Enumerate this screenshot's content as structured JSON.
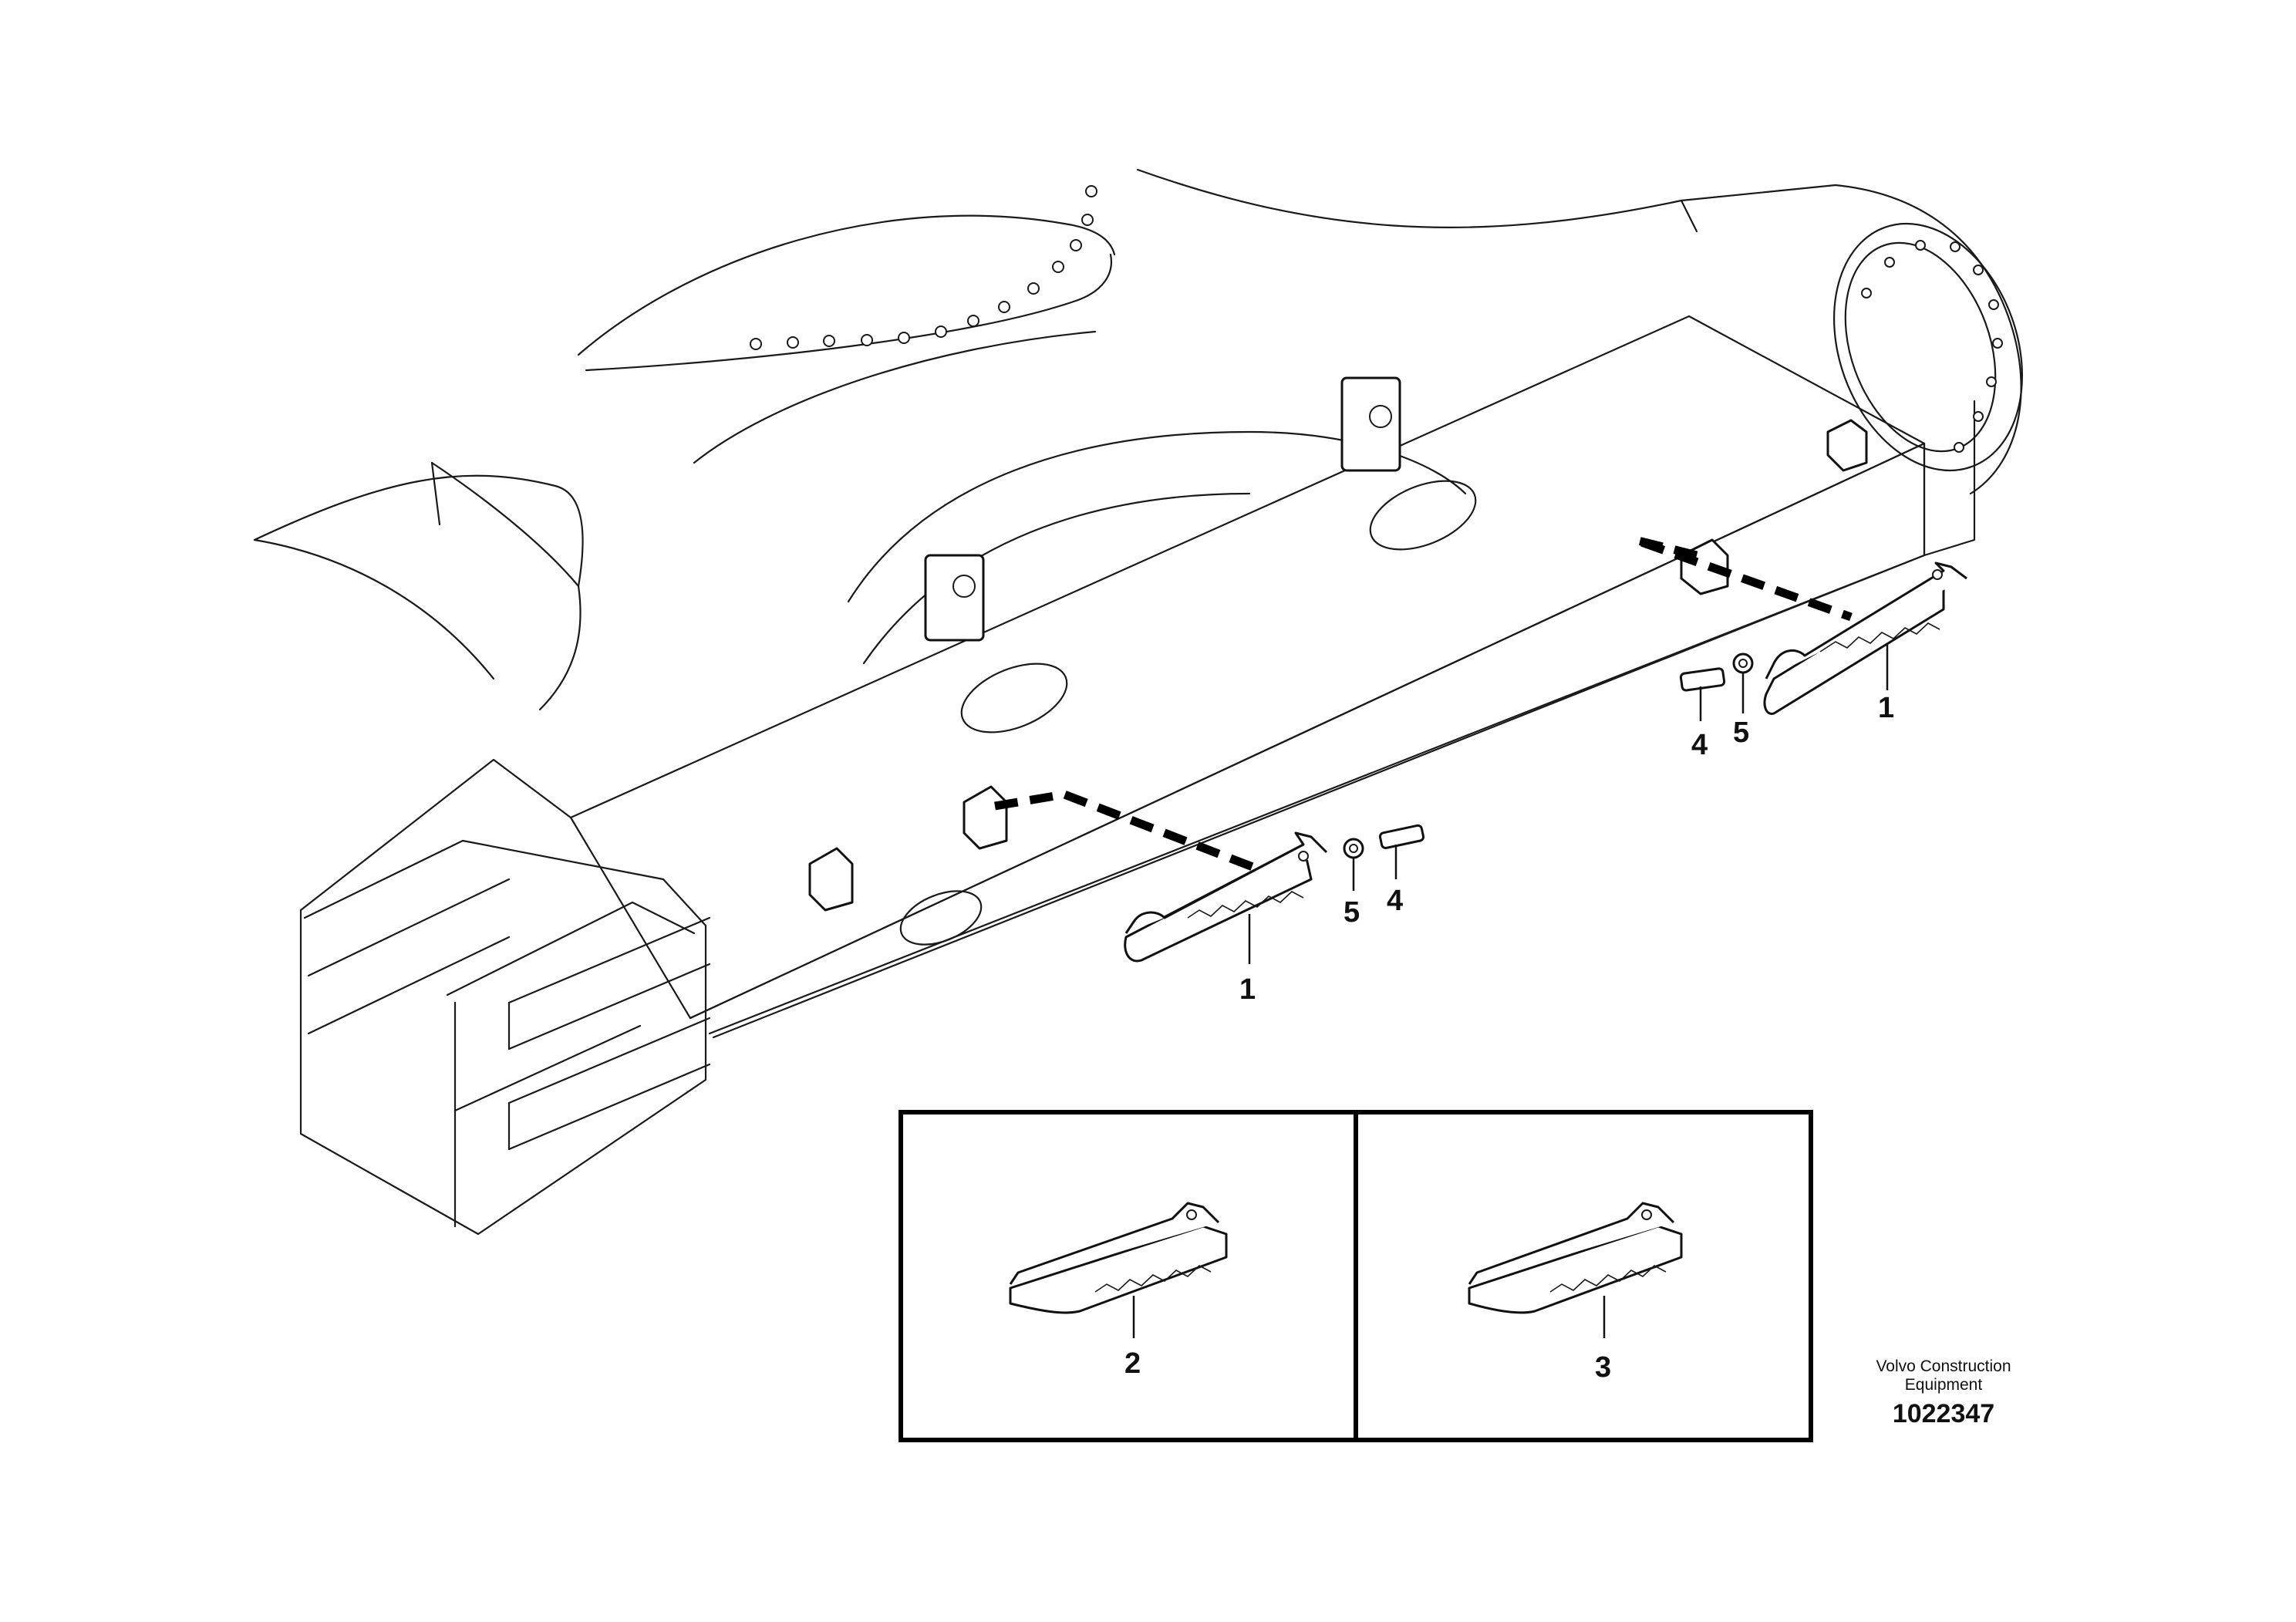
{
  "callouts": {
    "part_1_left": "1",
    "part_1_right": "1",
    "part_2": "2",
    "part_3": "3",
    "part_4_left": "4",
    "part_4_right": "4",
    "part_5_left": "5",
    "part_5_right": "5"
  },
  "footer": {
    "brand_line1": "Volvo Construction",
    "brand_line2": "Equipment",
    "drawing_number": "1022347"
  },
  "colors": {
    "line": "#1a1a1a",
    "background": "#ffffff"
  }
}
